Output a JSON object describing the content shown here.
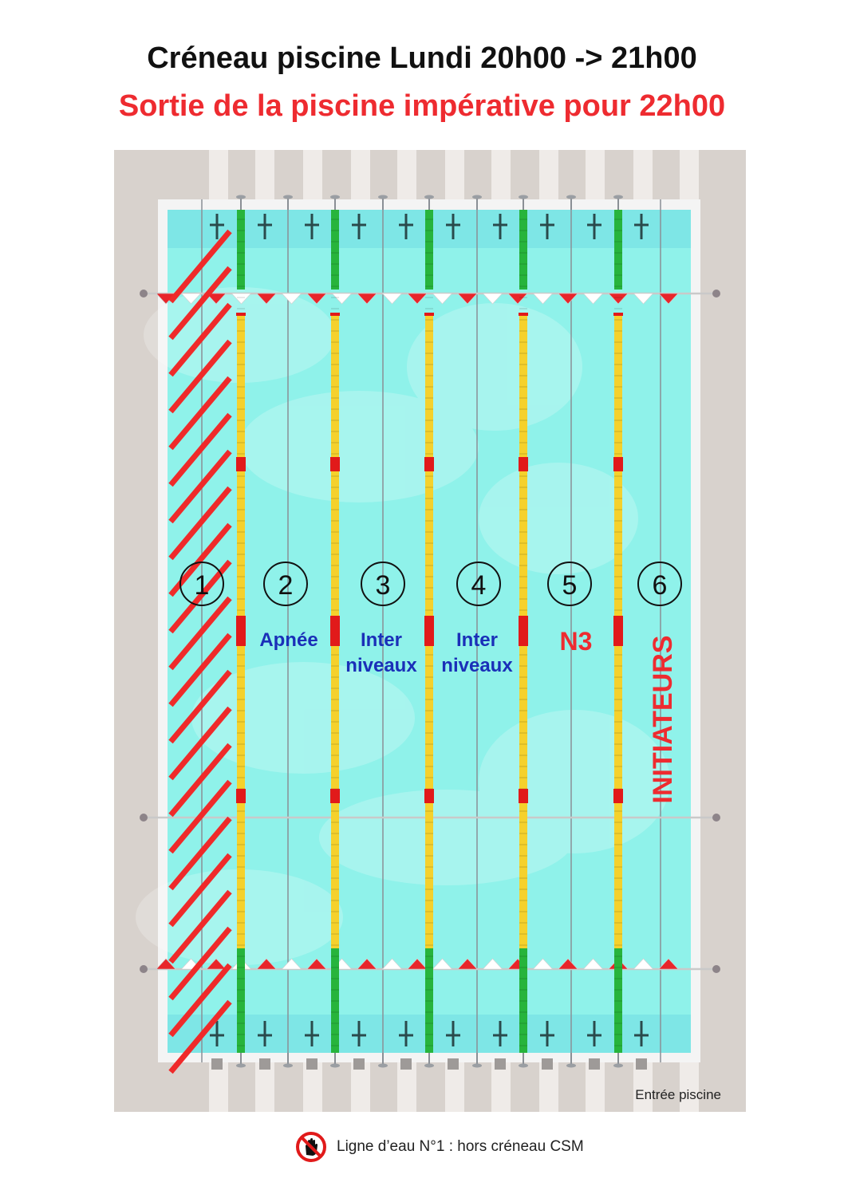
{
  "header": {
    "title": "Créneau piscine Lundi 20h00 -> 21h00",
    "subtitle": "Sortie de la piscine impérative pour 22h00"
  },
  "lanes": [
    {
      "number": "1",
      "label": [],
      "label_color": "#0f2fb0",
      "closed": true
    },
    {
      "number": "2",
      "label": [
        "Apnée"
      ],
      "label_color": "#1a2fb8",
      "closed": false
    },
    {
      "number": "3",
      "label": [
        "Inter",
        "niveaux"
      ],
      "label_color": "#1a2fb8",
      "closed": false
    },
    {
      "number": "4",
      "label": [
        "Inter",
        "niveaux"
      ],
      "label_color": "#1a2fb8",
      "closed": false
    },
    {
      "number": "5",
      "label": [
        "N3"
      ],
      "label_color": "#ee2b30",
      "closed": false
    },
    {
      "number": "6",
      "label": [
        "INITIATEURS"
      ],
      "label_color": "#ee2b30",
      "closed": false,
      "vertical": true
    }
  ],
  "entrance": {
    "label": "Entrée piscine"
  },
  "legend": {
    "icon": "no-entry-hand-icon",
    "text": "Ligne d’eau N°1 : hors créneau CSM"
  },
  "colors": {
    "deck": "#d8d2cd",
    "deck_stripe": "#efebe8",
    "pool_rim": "#f4f4f4",
    "water": "#8ff2ea",
    "water_end": "#7ee6e6",
    "rope_green": "#27b43c",
    "rope_yellow": "#f5d12c",
    "rope_red": "#e11a1a",
    "hatch": "#ef2a2a",
    "flag_red": "#e8252a",
    "flag_white": "#ffffff"
  }
}
